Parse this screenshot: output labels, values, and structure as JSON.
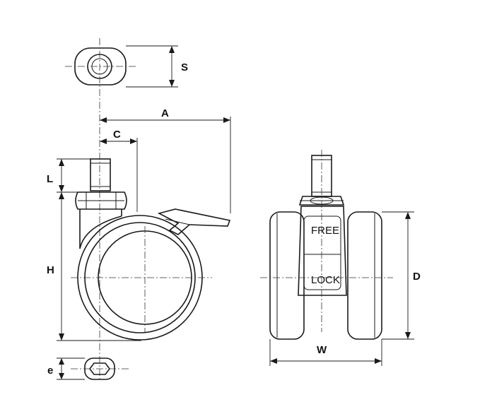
{
  "dimensions": {
    "S": "S",
    "A": "A",
    "C": "C",
    "L": "L",
    "H": "H",
    "e": "e",
    "D": "D",
    "W": "W"
  },
  "brake_labels": {
    "free": "FREE",
    "lock": "LOCK"
  },
  "icons": {
    "top_view": "plate-top-view-icon",
    "hex_view": "hex-nut-icon"
  }
}
